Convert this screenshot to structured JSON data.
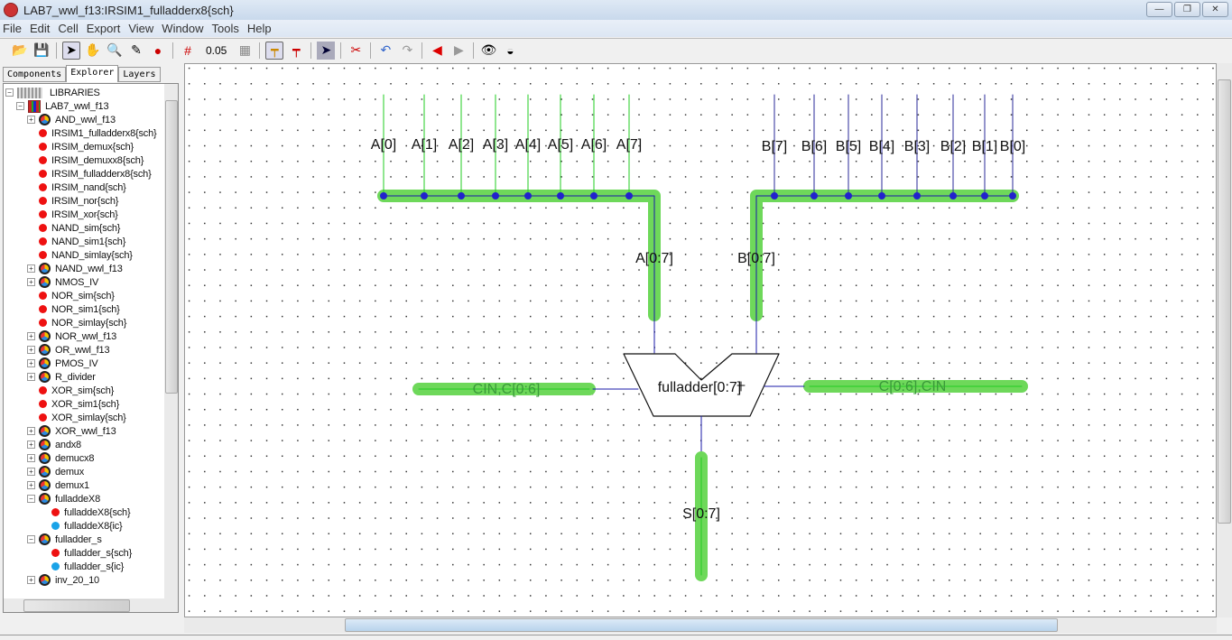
{
  "window": {
    "title": "LAB7_wwl_f13:IRSIM1_fulladderx8{sch}",
    "minimize": "—",
    "restore": "❐",
    "close": "✕"
  },
  "menu": [
    "File",
    "Edit",
    "Cell",
    "Export",
    "View",
    "Window",
    "Tools",
    "Help"
  ],
  "toolbar": {
    "grid_value": "0.05"
  },
  "tabs": [
    "Components",
    "Explorer",
    "Layers"
  ],
  "tree": [
    {
      "label": "LIBRARIES",
      "type": "libs",
      "level": 0,
      "pm": "−"
    },
    {
      "label": "LAB7_wwl_f13",
      "type": "lib",
      "level": 1,
      "pm": "−"
    },
    {
      "label": "AND_wwl_f13",
      "type": "cell",
      "level": 2,
      "pm": "+"
    },
    {
      "label": "IRSIM1_fulladderx8{sch}",
      "type": "sch",
      "level": 2
    },
    {
      "label": "IRSIM_demux{sch}",
      "type": "sch",
      "level": 2
    },
    {
      "label": "IRSIM_demuxx8{sch}",
      "type": "sch",
      "level": 2
    },
    {
      "label": "IRSIM_fulladderx8{sch}",
      "type": "sch",
      "level": 2
    },
    {
      "label": "IRSIM_nand{sch}",
      "type": "sch",
      "level": 2
    },
    {
      "label": "IRSIM_nor{sch}",
      "type": "sch",
      "level": 2
    },
    {
      "label": "IRSIM_xor{sch}",
      "type": "sch",
      "level": 2
    },
    {
      "label": "NAND_sim{sch}",
      "type": "sch",
      "level": 2
    },
    {
      "label": "NAND_sim1{sch}",
      "type": "sch",
      "level": 2
    },
    {
      "label": "NAND_simlay{sch}",
      "type": "sch",
      "level": 2
    },
    {
      "label": "NAND_wwl_f13",
      "type": "cell",
      "level": 2,
      "pm": "+"
    },
    {
      "label": "NMOS_IV",
      "type": "cell",
      "level": 2,
      "pm": "+"
    },
    {
      "label": "NOR_sim{sch}",
      "type": "sch",
      "level": 2
    },
    {
      "label": "NOR_sim1{sch}",
      "type": "sch",
      "level": 2
    },
    {
      "label": "NOR_simlay{sch}",
      "type": "sch",
      "level": 2
    },
    {
      "label": "NOR_wwl_f13",
      "type": "cell",
      "level": 2,
      "pm": "+"
    },
    {
      "label": "OR_wwl_f13",
      "type": "cell",
      "level": 2,
      "pm": "+"
    },
    {
      "label": "PMOS_IV",
      "type": "cell",
      "level": 2,
      "pm": "+"
    },
    {
      "label": "R_divider",
      "type": "cell",
      "level": 2,
      "pm": "+"
    },
    {
      "label": "XOR_sim{sch}",
      "type": "sch",
      "level": 2
    },
    {
      "label": "XOR_sim1{sch}",
      "type": "sch",
      "level": 2
    },
    {
      "label": "XOR_simlay{sch}",
      "type": "sch",
      "level": 2
    },
    {
      "label": "XOR_wwl_f13",
      "type": "cell",
      "level": 2,
      "pm": "+"
    },
    {
      "label": "andx8",
      "type": "cell",
      "level": 2,
      "pm": "+"
    },
    {
      "label": "demucx8",
      "type": "cell",
      "level": 2,
      "pm": "+"
    },
    {
      "label": "demux",
      "type": "cell",
      "level": 2,
      "pm": "+"
    },
    {
      "label": "demux1",
      "type": "cell",
      "level": 2,
      "pm": "+"
    },
    {
      "label": "fulladdeX8",
      "type": "cell",
      "level": 2,
      "pm": "−"
    },
    {
      "label": "fulladdeX8{sch}",
      "type": "sch",
      "level": 3
    },
    {
      "label": "fulladdeX8{ic}",
      "type": "ic",
      "level": 3
    },
    {
      "label": "fulladder_s",
      "type": "cell",
      "level": 2,
      "pm": "−"
    },
    {
      "label": "fulladder_s{sch}",
      "type": "sch",
      "level": 3
    },
    {
      "label": "fulladder_s{ic}",
      "type": "ic",
      "level": 3
    },
    {
      "label": "inv_20_10",
      "type": "cell",
      "level": 2,
      "pm": "+"
    }
  ],
  "schematic": {
    "a_labels": [
      "A[0]",
      "A[1]",
      "A[2]",
      "A[3]",
      "A[4]",
      "A[5]",
      "A[6]",
      "A[7]"
    ],
    "b_labels": [
      "B[7]",
      "B[6]",
      "B[5]",
      "B[4]",
      "B[3]",
      "B[2]",
      "B[1]",
      "B[0]"
    ],
    "a_bus": "A[0:7]",
    "b_bus": "B[0:7]",
    "cin_bus": "CIN,C[0:6]",
    "cout_bus": "C[0:6],CIN",
    "s_bus": "S[0:7]",
    "instance": "fulladder[0:7]"
  },
  "colors": {
    "bus": "#6ed85a",
    "wire": "#1a1aa8",
    "green_wire": "#22cc22",
    "sch_dot": "#ee1111",
    "ic_dot": "#1aa3e8"
  }
}
